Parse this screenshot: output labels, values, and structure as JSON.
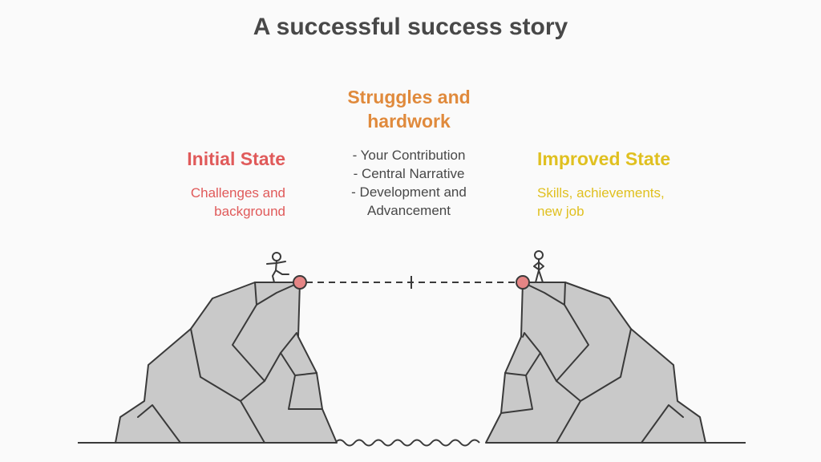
{
  "title": "A successful success story",
  "stages": {
    "initial": {
      "heading": "Initial State",
      "description_lines": [
        "Challenges and",
        "background"
      ],
      "color": "#e05a5a"
    },
    "struggle": {
      "heading_lines": [
        "Struggles and",
        "hardwork"
      ],
      "description_lines": [
        "- Your Contribution",
        "- Central Narrative",
        "- Development and",
        "Advancement"
      ],
      "color": "#e08a3c"
    },
    "improved": {
      "heading": "Improved State",
      "description_lines": [
        "Skills, achievements,",
        "new job"
      ],
      "color": "#e0c020"
    }
  },
  "colors": {
    "cliff_fill": "#c9c9c9",
    "outline": "#3a3a3a",
    "marker": "#e58585"
  }
}
